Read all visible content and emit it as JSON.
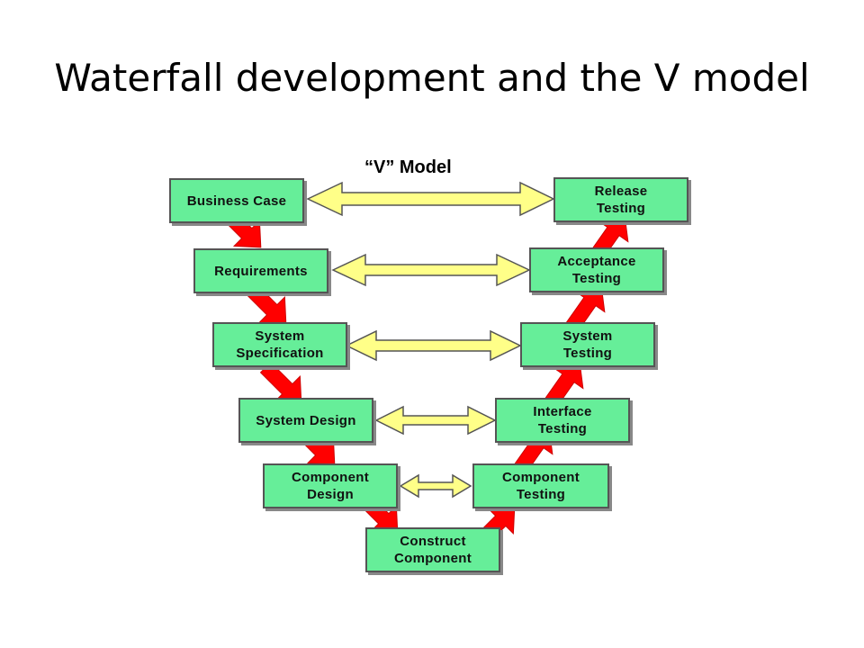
{
  "slide": {
    "title": "Waterfall development and the V model"
  },
  "diagram": {
    "title": "“V” Model",
    "left_boxes": [
      "Business Case",
      "Requirements",
      "System\nSpecification",
      "System Design",
      "Component\nDesign"
    ],
    "bottom_box": "Construct\nComponent",
    "right_boxes": [
      "Release\nTesting",
      "Acceptance\nTesting",
      "System\nTesting",
      "Interface\nTesting",
      "Component\nTesting"
    ],
    "colors": {
      "box_fill": "#66ee99",
      "box_border": "#555555",
      "flow_arrow": "#ff0000",
      "link_arrow": "#ffff88"
    }
  }
}
